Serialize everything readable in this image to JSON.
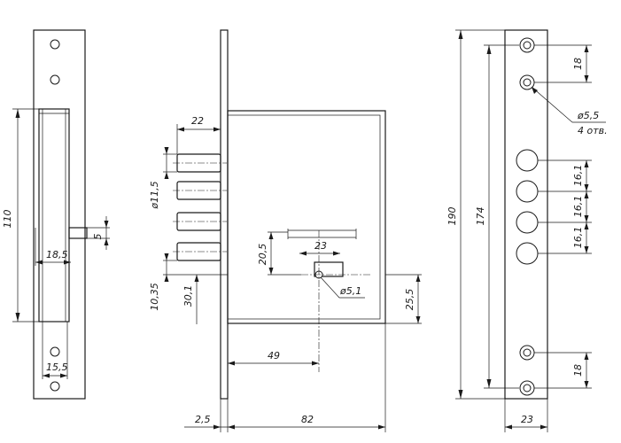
{
  "front_view": {
    "dim_height": "110",
    "dim_bolt_offset": "18,5",
    "dim_bolt_width": "5",
    "dim_bottom": "15,5"
  },
  "side_view": {
    "dim_bolt_length": "22",
    "dim_bolt_diameter": "ø11,5",
    "dim_cam_height": "20,5",
    "dim_cam_width": "23",
    "dim_spindle_diameter": "ø5,1",
    "dim_left_10_35": "10,35",
    "dim_left_30_1": "30,1",
    "dim_right_25_5": "25,5",
    "dim_backset": "49",
    "dim_body_depth": "82",
    "dim_plate_thickness": "2,5"
  },
  "faceplate_view": {
    "dim_total_length": "190",
    "dim_inner_length": "174",
    "dim_top_hole_spacing": "18",
    "dim_hole_diameter": "ø5,5",
    "dim_hole_count": "4 отв.",
    "dim_bolt_spacing_1": "16,1",
    "dim_bolt_spacing_2": "16,1",
    "dim_bolt_spacing_3": "16,1",
    "dim_bottom_hole_spacing": "18",
    "dim_plate_width": "23"
  }
}
